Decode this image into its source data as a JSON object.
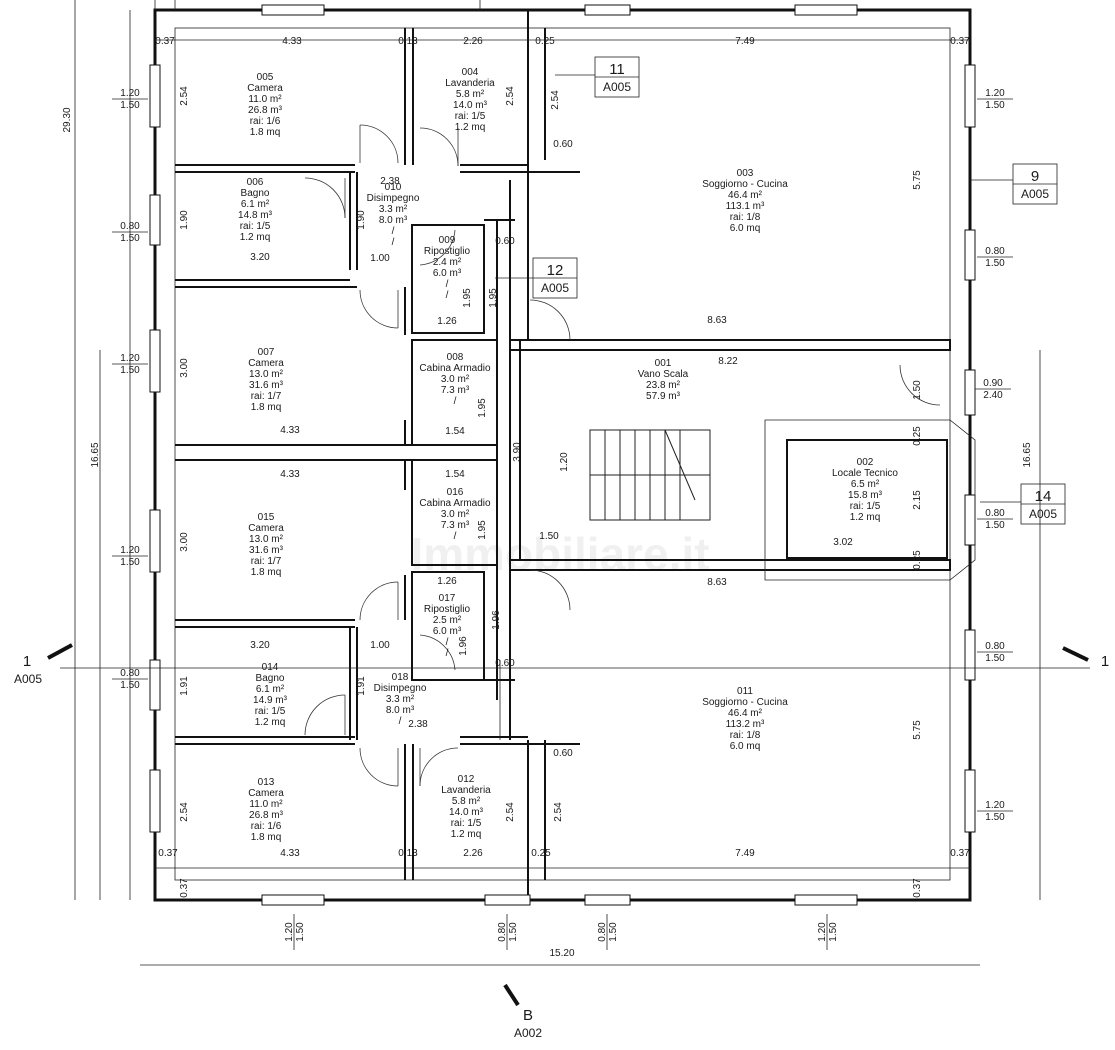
{
  "rooms": [
    {
      "id": "005",
      "name": "Camera",
      "area": "11.0 m²",
      "volume": "26.8 m³",
      "rai": "rai: 1/6",
      "mq": "1.8 mq"
    },
    {
      "id": "004",
      "name": "Lavanderia",
      "area": "5.8 m²",
      "volume": "14.0 m³",
      "rai": "rai: 1/5",
      "mq": "1.2 mq"
    },
    {
      "id": "003",
      "name": "Soggiorno - Cucina",
      "area": "46.4 m²",
      "volume": "113.1 m³",
      "rai": "rai: 1/8",
      "mq": "6.0 mq"
    },
    {
      "id": "006",
      "name": "Bagno",
      "area": "6.1 m²",
      "volume": "14.8 m³",
      "rai": "rai: 1/5",
      "mq": "1.2 mq"
    },
    {
      "id": "010",
      "name": "Disimpegno",
      "area": "3.3 m²",
      "volume": "8.0 m³",
      "rai": "/",
      "mq": "/"
    },
    {
      "id": "009",
      "name": "Ripostiglio",
      "area": "2.4 m²",
      "volume": "6.0 m³",
      "rai": "/",
      "mq": "/"
    },
    {
      "id": "007",
      "name": "Camera",
      "area": "13.0 m²",
      "volume": "31.6 m³",
      "rai": "rai: 1/7",
      "mq": "1.8 mq"
    },
    {
      "id": "008",
      "name": "Cabina Armadio",
      "area": "3.0 m²",
      "volume": "7.3 m³",
      "rai": "/",
      "mq": ""
    },
    {
      "id": "001",
      "name": "Vano Scala",
      "area": "23.8 m²",
      "volume": "57.9 m³",
      "rai": "",
      "mq": ""
    },
    {
      "id": "002",
      "name": "Locale Tecnico",
      "area": "6.5 m²",
      "volume": "15.8 m³",
      "rai": "rai: 1/5",
      "mq": "1.2 mq"
    },
    {
      "id": "015",
      "name": "Camera",
      "area": "13.0 m²",
      "volume": "31.6 m³",
      "rai": "rai: 1/7",
      "mq": "1.8 mq"
    },
    {
      "id": "016",
      "name": "Cabina Armadio",
      "area": "3.0 m²",
      "volume": "7.3 m³",
      "rai": "/",
      "mq": ""
    },
    {
      "id": "017",
      "name": "Ripostiglio",
      "area": "2.5 m²",
      "volume": "6.0 m³",
      "rai": "/",
      "mq": "/"
    },
    {
      "id": "014",
      "name": "Bagno",
      "area": "6.1 m²",
      "volume": "14.9 m³",
      "rai": "rai: 1/5",
      "mq": "1.2 mq"
    },
    {
      "id": "018",
      "name": "Disimpegno",
      "area": "3.3 m²",
      "volume": "8.0 m³",
      "rai": "/",
      "mq": ""
    },
    {
      "id": "011",
      "name": "Soggiorno - Cucina",
      "area": "46.4 m²",
      "volume": "113.2 m³",
      "rai": "rai: 1/8",
      "mq": "6.0 mq"
    },
    {
      "id": "013",
      "name": "Camera",
      "area": "11.0 m²",
      "volume": "26.8 m³",
      "rai": "rai: 1/6",
      "mq": "1.8 mq"
    },
    {
      "id": "012",
      "name": "Lavanderia",
      "area": "5.8 m²",
      "volume": "14.0 m³",
      "rai": "rai: 1/5",
      "mq": "1.2 mq"
    }
  ],
  "dimensions": [
    "0.37",
    "4.33",
    "0.13",
    "2.26",
    "0.25",
    "7.49",
    "0.37",
    "2.54",
    "2.54",
    "2.54",
    "0.60",
    "5.75",
    "2.38",
    "1.90",
    "1.90",
    "3.20",
    "1.00",
    "0.60",
    "1.95",
    "1.95",
    "1.26",
    "8.63",
    "3.00",
    "8.22",
    "1.50",
    "0.25",
    "4.33",
    "1.54",
    "1.95",
    "3.90",
    "1.20",
    "2.15",
    "4.33",
    "1.54",
    "3.00",
    "1.95",
    "1.50",
    "3.02",
    "0.25",
    "8.63",
    "1.26",
    "1.96",
    "1.96",
    "3.20",
    "1.00",
    "0.60",
    "1.91",
    "1.91",
    "2.38",
    "5.75",
    "0.60",
    "2.54",
    "2.54",
    "2.54",
    "4.33",
    "0.13",
    "2.26",
    "0.25",
    "7.49",
    "0.37",
    "0.37",
    "0.37",
    "0.37",
    "15.20",
    "29.30",
    "16.65",
    "16.65"
  ],
  "windows_left": [
    {
      "w": "1.20",
      "h": "1.50"
    },
    {
      "w": "0.80",
      "h": "1.50"
    },
    {
      "w": "1.20",
      "h": "1.50"
    },
    {
      "w": "1.20",
      "h": "1.50"
    },
    {
      "w": "0.80",
      "h": "1.50"
    }
  ],
  "windows_right": [
    {
      "w": "1.20",
      "h": "1.50"
    },
    {
      "w": "0.80",
      "h": "1.50"
    },
    {
      "w": "0.90",
      "h": "2.40"
    },
    {
      "w": "0.80",
      "h": "1.50"
    },
    {
      "w": "0.80",
      "h": "1.50"
    },
    {
      "w": "1.20",
      "h": "1.50"
    }
  ],
  "windows_bottom": [
    {
      "w": "1.20",
      "h": "1.50"
    },
    {
      "w": "0.80",
      "h": "1.50"
    },
    {
      "w": "0.80",
      "h": "1.50"
    },
    {
      "w": "1.20",
      "h": "1.50"
    }
  ],
  "section_tags": [
    {
      "num": "11",
      "ref": "A005"
    },
    {
      "num": "9",
      "ref": "A005"
    },
    {
      "num": "12",
      "ref": "A005"
    },
    {
      "num": "14",
      "ref": "A005"
    }
  ],
  "cut_markers": {
    "left_num": "1",
    "left_ref": "A005",
    "right_num": "1",
    "bottom_letter": "B",
    "bottom_ref": "A002"
  },
  "watermark": "Immobiliare.it"
}
